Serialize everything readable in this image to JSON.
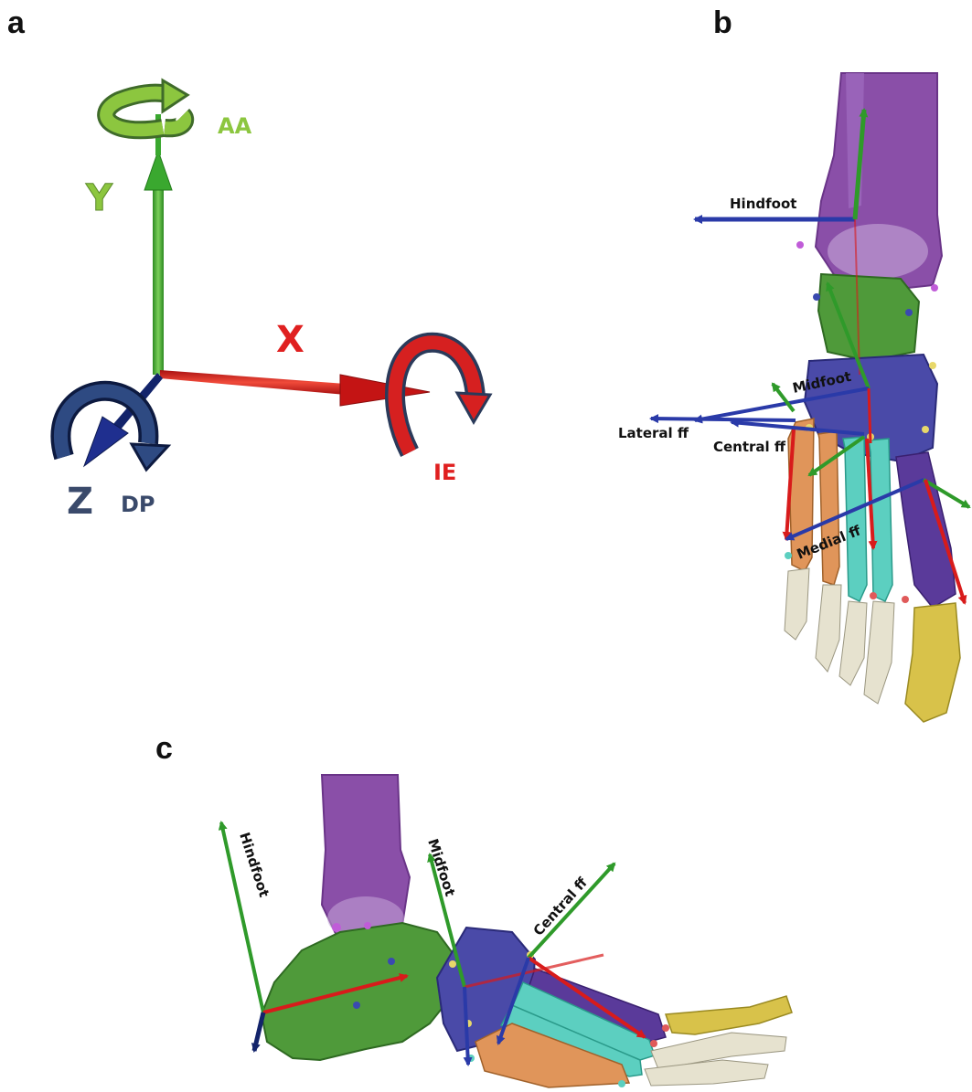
{
  "panels": {
    "a": {
      "letter": "a",
      "axes": {
        "y": {
          "label": "Y",
          "rotation_label": "AA"
        },
        "x": {
          "label": "X",
          "rotation_label": "IE"
        },
        "z": {
          "label": "Z",
          "rotation_label": "DP"
        }
      }
    },
    "b": {
      "letter": "b",
      "segments": {
        "hindfoot": "Hindfoot",
        "midfoot": "Midfoot",
        "lateral_ff": "Lateral ff",
        "central_ff": "Central ff",
        "medial_ff": "Medial ff"
      }
    },
    "c": {
      "letter": "c",
      "segments": {
        "hindfoot": "Hindfoot",
        "midfoot": "Midfoot",
        "central_ff": "Central ff"
      }
    }
  },
  "colors": {
    "x_axis": "#e02020",
    "y_axis": "#3fae2a",
    "z_axis": "#1f2f8f",
    "aa_label": "#8cc63f",
    "ie_label": "#e02020",
    "dp_label": "#3a4a6b",
    "tibia": "#8a4fa8",
    "calcaneus_talus": "#4f9a3a",
    "midfoot_bones": "#4a4aa8",
    "lateral_metatarsals": "#e0955a",
    "central_metatarsals": "#5ccfc0",
    "medial_metatarsal": "#5a3a9a",
    "hallux": "#d8c24a",
    "phalanges": "#e6e2cf"
  }
}
